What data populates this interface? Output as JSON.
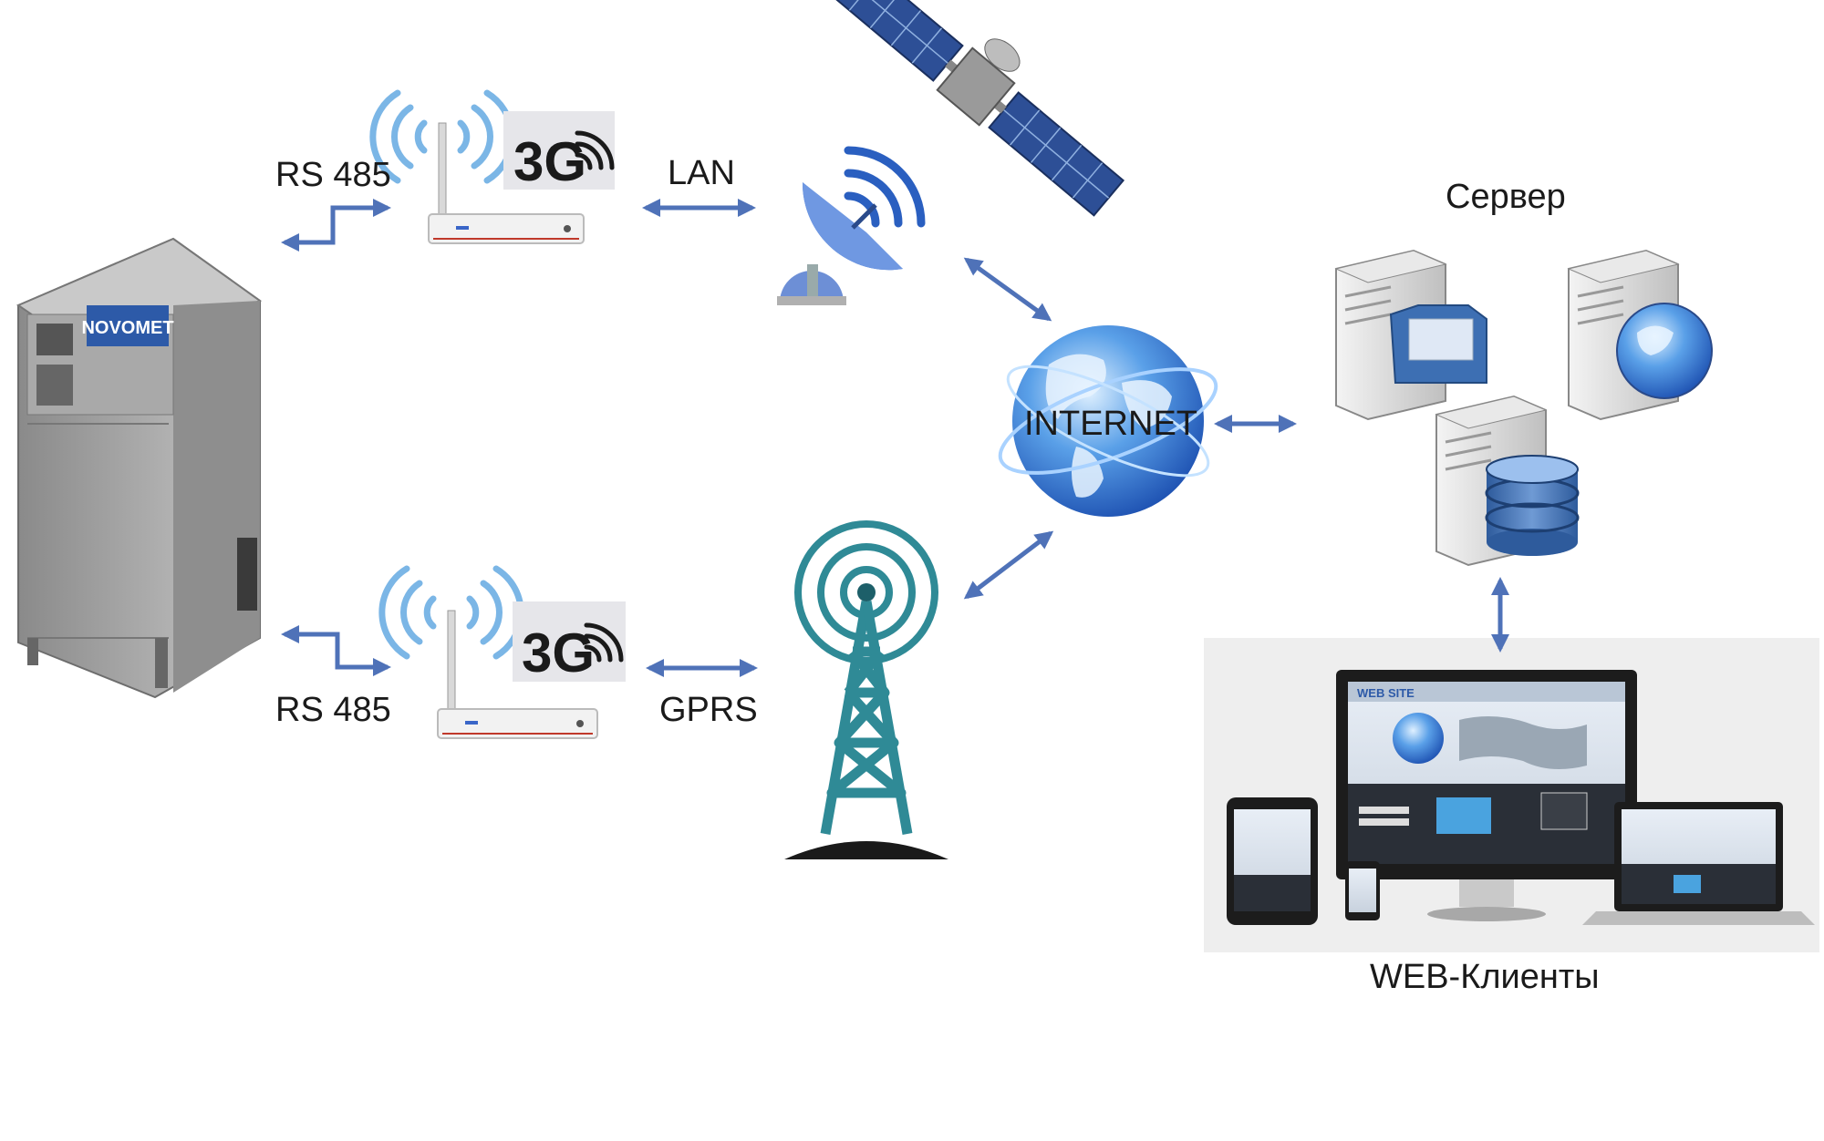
{
  "labels": {
    "rs485_top": "RS 485",
    "rs485_bottom": "RS 485",
    "lan": "LAN",
    "gprs": "GPRS",
    "internet": "INTERNET",
    "server": "Сервер",
    "web_clients": "WEB-Клиенты"
  },
  "modem_badge": "3G",
  "cabinet_brand": "NOVOMET",
  "website_logo": "WEB SITE",
  "colors": {
    "arrow": "#4f72b8",
    "tower": "#2f8a96",
    "globe": "#2a66c8",
    "signal": "#7bb6e6",
    "cabinet": "#9b9b9b",
    "brand_plate": "#2d5aa8"
  },
  "icons": [
    "control-cabinet",
    "router-3g",
    "satellite",
    "satellite-dish",
    "internet-globe",
    "cell-tower",
    "server",
    "database",
    "web-devices"
  ]
}
